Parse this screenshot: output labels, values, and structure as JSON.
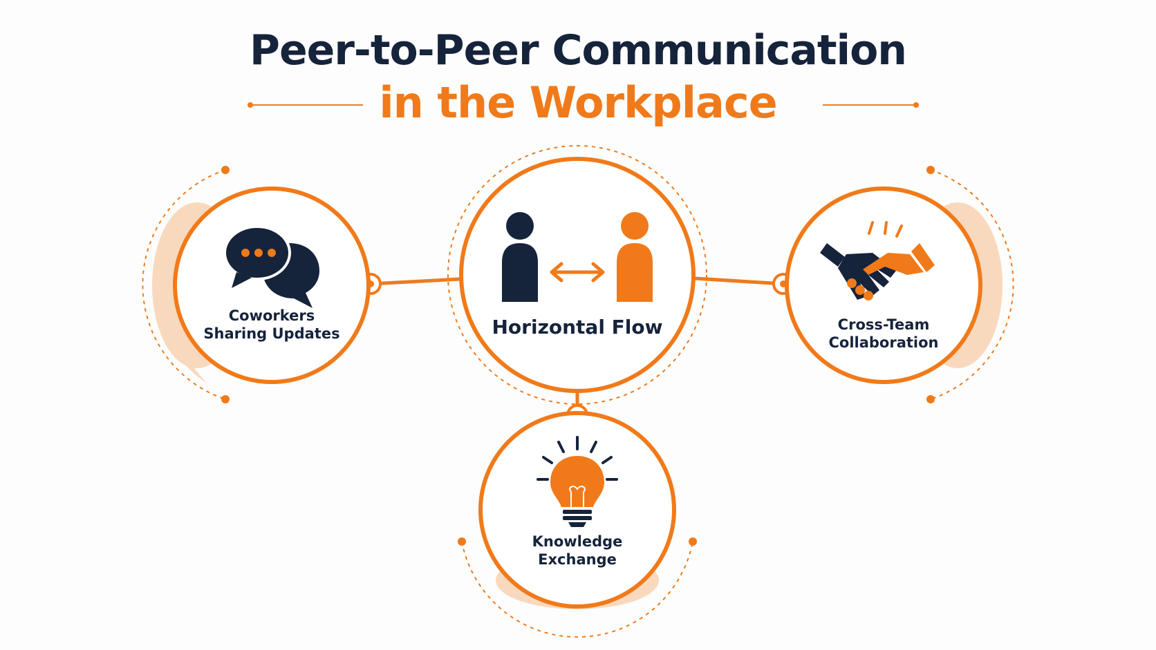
{
  "title": {
    "line1": "Peer-to-Peer Communication",
    "line2": "in the Workplace"
  },
  "colors": {
    "accent": "#f07a1a",
    "navy": "#15233b",
    "accent_light": "#f9d9bd"
  },
  "nodes": {
    "center": {
      "label": "Horizontal Flow",
      "icon": "two-people-arrow-icon"
    },
    "left": {
      "label_line1": "Coworkers",
      "label_line2": "Sharing Updates",
      "icon": "chat-bubbles-icon"
    },
    "right": {
      "label_line1": "Cross-Team",
      "label_line2": "Collaboration",
      "icon": "handshake-icon"
    },
    "bottom": {
      "label_line1": "Knowledge",
      "label_line2": "Exchange",
      "icon": "lightbulb-icon"
    }
  }
}
